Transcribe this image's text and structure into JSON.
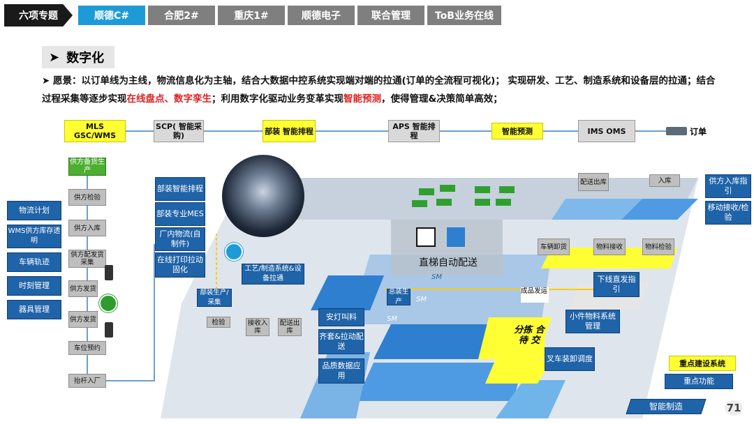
{
  "tabs": {
    "label": "六项专题",
    "items": [
      "顺德C#",
      "合肥2#",
      "重庆1#",
      "顺德电子",
      "联合管理",
      "ToB业务在线"
    ]
  },
  "section": {
    "title": "数字化"
  },
  "vision": {
    "part1": "愿景：以订单线为主线，物流信息化为主轴，结合大数据中控系统实现端对端的拉通(订单的全流程可视化)； 实现研发、工艺、制造系统和设备层的拉通；结合过程采集等逐步实现",
    "red1": "在线盘点、数字孪生",
    "part2": "；利用数字化驱动业务变革实现",
    "red2": "智能预测",
    "part3": "，使得管理&决策简单高效；"
  },
  "top_flow": {
    "mls": "MLS GSC/WMS",
    "scp": "SCP( 智能采购)",
    "assembly": "部装 智能排程",
    "aps": "APS 智能排程",
    "predict": "智能预测",
    "ims": "IMS OMS",
    "order": "订单"
  },
  "left_systems": [
    "物流计划",
    "WMS供方库存透明",
    "车辆轨迹",
    "时刻管理",
    "器具管理"
  ],
  "supplier_flow": [
    "供方备货生产",
    "供方检验",
    "供方入库",
    "供方配发货采集",
    "供方发货",
    "供方发货",
    "车位预约",
    "抬杆入厂"
  ],
  "mid_systems": [
    "部装智能排程",
    "部装专业MES",
    "厂内物流(自制件)",
    "在线打印拉动固化"
  ],
  "right_systems": [
    "供方入库指引",
    "移动接收/检验"
  ],
  "factory_labels": {
    "dispatch_out": "配送出库",
    "inbound": "入库",
    "unload": "车辆卸货",
    "receive": "物料接收",
    "inspect": "物料检验",
    "elevator": "直梯自动配送",
    "process": "工艺/制造系统&设备拉通",
    "sub_collect": "部装生产/采集",
    "check": "检验",
    "recv_in": "接收入库",
    "out_dist": "配送出库",
    "final_prod": "总装生产",
    "finished": "成品发运",
    "andon": "安灯叫料",
    "kitting": "齐套&拉动配送",
    "quality": "品质数据应用",
    "offline": "下线直发指引",
    "small_parts": "小件物料系统管理",
    "forklift": "叉车装卸调度",
    "sorting": "分拣 合 待 交",
    "legend_title": "重点建设系统",
    "legend_2": "重点功能",
    "legend_3": "智能制造",
    "smart_factory_a": "SM",
    "smart_factory_b": "SM",
    "smart_factory_c": "SM"
  },
  "page_number": "71",
  "colors": {
    "active_tab": "#1e9bd7",
    "tab": "#7f7f7f",
    "system_box": "#1f63a8",
    "highlight": "#ffff33"
  }
}
